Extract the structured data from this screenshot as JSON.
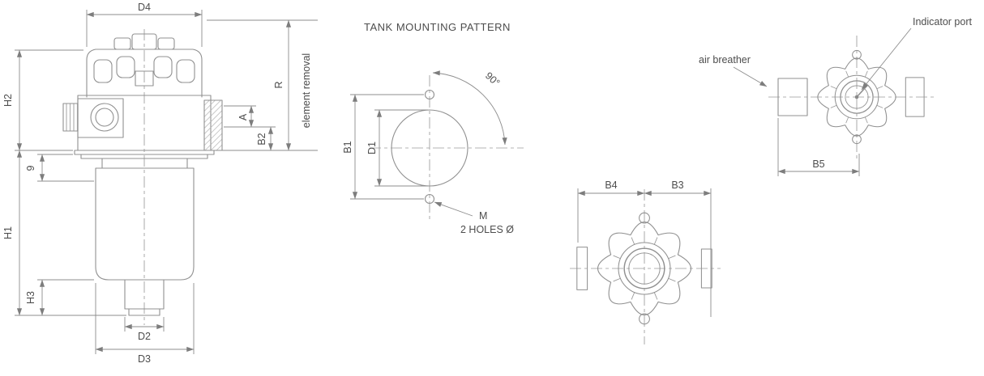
{
  "colors": {
    "line": "#909090",
    "dim": "#8c8c8c",
    "text": "#4d4d4d",
    "background": "#ffffff"
  },
  "side_view": {
    "d4": "D4",
    "h2": "H2",
    "nine": "9",
    "h1": "H1",
    "h3": "H3",
    "d2": "D2",
    "d3": "D3",
    "a": "A",
    "b2": "B2",
    "r": "R",
    "element_removal": "element removal"
  },
  "mounting_pattern": {
    "title": "TANK MOUNTING PATTERN",
    "b1": "B1",
    "d1": "D1",
    "angle": "90°",
    "m": "M",
    "holes": "2 HOLES Ø"
  },
  "bottom_view": {
    "b4": "B4",
    "b3": "B3"
  },
  "top_view": {
    "b5": "B5",
    "air_breather": "air breather",
    "indicator_port": "Indicator port"
  }
}
